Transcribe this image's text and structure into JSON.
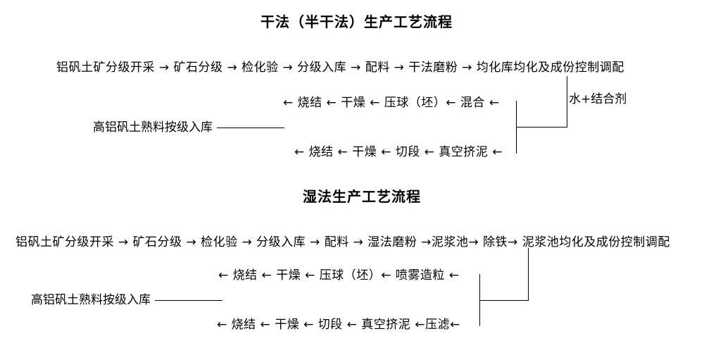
{
  "document": {
    "language": "zh-CN",
    "kind": "process-flow-diagram"
  },
  "sections": {
    "dry": {
      "title": "干法（半干法）生产工艺流程",
      "row1": "铝矾土矿分级开采 → 矿石分级 → 检化验 → 分级入库 → 配料 → 干法磨粉 → 均化库均化及成份控制调配",
      "row2": "← 烧结 ← 干燥 ← 压球（坯）← 混合 ←",
      "row3": "← 烧结 ← 干燥 ← 切段 ← 真空挤泥 ←",
      "additive_note": "水+结合剂",
      "warehouse": "高铝矾土熟料按级入库"
    },
    "wet": {
      "title": "湿法生产工艺流程",
      "row1": "铝矾土矿分级开采 → 矿石分级 → 检化验 → 分级入库 → 配料 → 湿法磨粉 →泥浆池→ 除铁→ 泥浆池均化及成份控制调配",
      "row2": "← 烧结 ← 干燥 ← 压球（坯）← 喷雾造粒 ←",
      "row3": "← 烧结 ← 干燥 ← 切段 ← 真空挤泥 ←压滤←",
      "warehouse": "高铝矾土熟料按级入库"
    }
  },
  "colors": {
    "background": "#ffffff",
    "text": "#000000",
    "line": "#000000"
  }
}
